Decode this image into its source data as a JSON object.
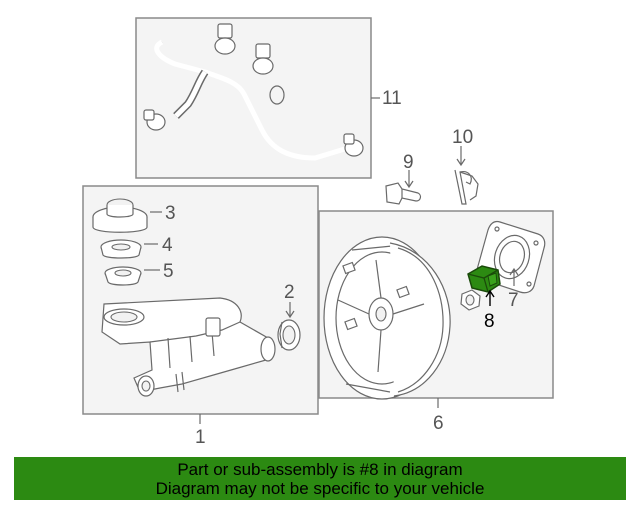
{
  "callouts": {
    "c1": "1",
    "c2": "2",
    "c3": "3",
    "c4": "4",
    "c5": "5",
    "c6": "6",
    "c7": "7",
    "c8": "8",
    "c9": "9",
    "c10": "10",
    "c11": "11"
  },
  "highlight": {
    "part": "8",
    "color": "#2c8a12"
  },
  "banner": {
    "line1": "Part or sub-assembly is #8 in diagram",
    "line2": "Diagram may not be specific to your vehicle",
    "background": "#2c8a12"
  }
}
